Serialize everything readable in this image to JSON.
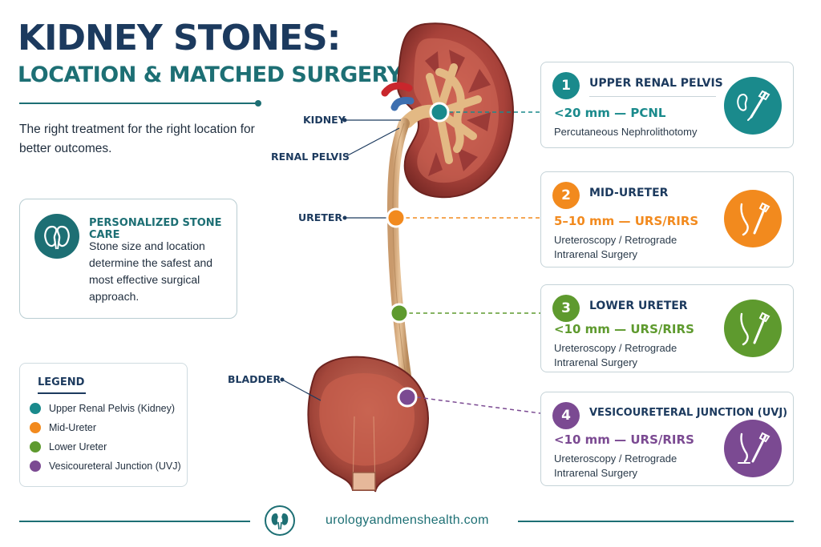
{
  "header": {
    "title": "KIDNEY STONES:",
    "subtitle": "LOCATION & MATCHED SURGERY",
    "intro": "The right treatment for the right location for better outcomes."
  },
  "care_card": {
    "icon": "kidney-icon",
    "title": "PERSONALIZED STONE CARE",
    "text": "Stone size and location determine the safest and most effective surgical approach."
  },
  "legend": {
    "title": "LEGEND",
    "items": [
      {
        "label": "Upper Renal Pelvis (Kidney)",
        "color": "#1a8a8c"
      },
      {
        "label": "Mid-Ureter",
        "color": "#f28a1e"
      },
      {
        "label": "Lower Ureter",
        "color": "#5e9a2e"
      },
      {
        "label": "Vesicoureteral Junction (UVJ)",
        "color": "#7b4a92"
      }
    ]
  },
  "anatomy_labels": {
    "kidney": "KIDNEY",
    "renal_pelvis": "RENAL PELVIS",
    "ureter": "URETER",
    "bladder": "BLADDER"
  },
  "cards": [
    {
      "number": "1",
      "title": "UPPER RENAL PELVIS",
      "size": "<20 mm — PCNL",
      "desc": "Percutaneous Nephrolithotomy",
      "color": "#1a8a8c",
      "icon": "nephroscope-icon"
    },
    {
      "number": "2",
      "title": "MID-URETER",
      "size": "5–10 mm — URS/RIRS",
      "desc": "Ureteroscopy / Retrograde Intrarenal Surgery",
      "color": "#f28a1e",
      "icon": "ureteroscope-icon"
    },
    {
      "number": "3",
      "title": "LOWER URETER",
      "size": "<10 mm — URS/RIRS",
      "desc": "Ureteroscopy / Retrograde Intrarenal Surgery",
      "color": "#5e9a2e",
      "icon": "ureteroscope-icon"
    },
    {
      "number": "4",
      "title": "VESICOURETERAL JUNCTION (UVJ)",
      "size": "<10 mm — URS/RIRS",
      "desc": "Ureteroscopy / Retrograde Intrarenal Surgery",
      "color": "#7b4a92",
      "icon": "ureteroscope-icon"
    }
  ],
  "footer": {
    "url": "urologyandmenshealth.com",
    "logo": "kidney-logo-icon"
  }
}
